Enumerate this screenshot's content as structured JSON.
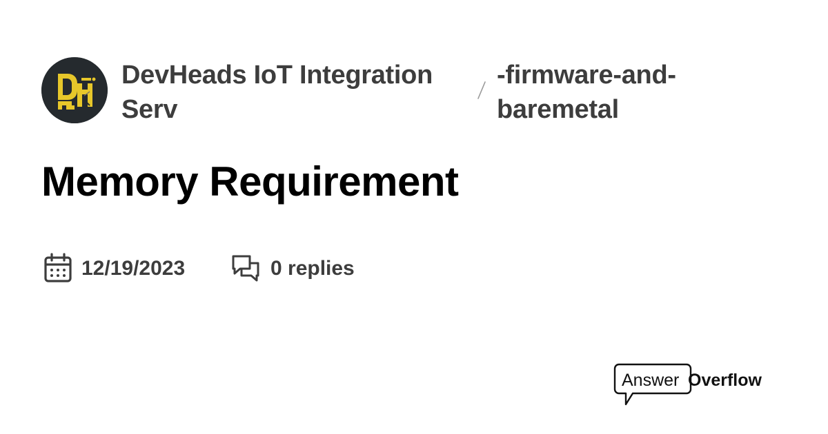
{
  "server": {
    "name": "DevHeads IoT Integration Serv",
    "icon": "devheads-logo-icon",
    "icon_colors": {
      "background": "#252a2e",
      "accent": "#e7c72a"
    }
  },
  "channel": {
    "name": "-firmware-and-baremetal"
  },
  "thread": {
    "title": "Memory Requirement",
    "date": "12/19/2023",
    "replies_label": "0 replies"
  },
  "icons": {
    "date": "calendar-icon",
    "replies": "chat-bubbles-icon",
    "separator": "slash-separator-icon"
  },
  "brand": {
    "answer": "Answer",
    "overflow": "Overflow",
    "icon": "speech-bubble-icon"
  },
  "colors": {
    "text_primary": "#000000",
    "text_secondary": "#3d3d3d",
    "separator": "#9a9a9a",
    "background": "#ffffff"
  }
}
